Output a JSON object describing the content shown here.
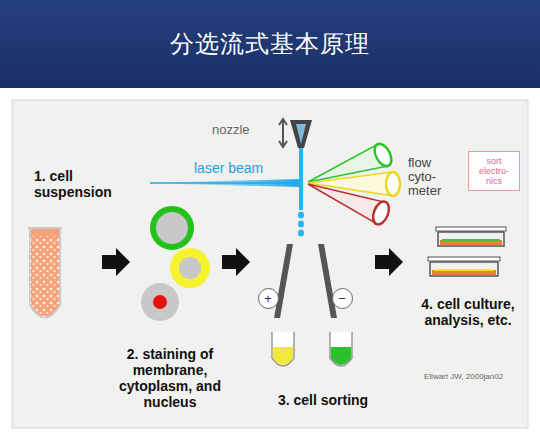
{
  "diagram": {
    "title": "分选流式基本原理",
    "nodes": [
      {
        "text": [
          "sort electro- nics"
        ]
      },
      {
        "text": [
          "+"
        ]
      },
      {
        "text": [
          "−"
        ]
      }
    ],
    "labels": [
      "nozzle",
      "laser beam",
      "1. cell suspension",
      "flow cyto- meter",
      "2. staining of membrane, cytoplasm, and nucleus",
      "3. cell sorting",
      "4. cell culture, analysis, etc.",
      "Ellwart JW, 2000jan02"
    ]
  }
}
